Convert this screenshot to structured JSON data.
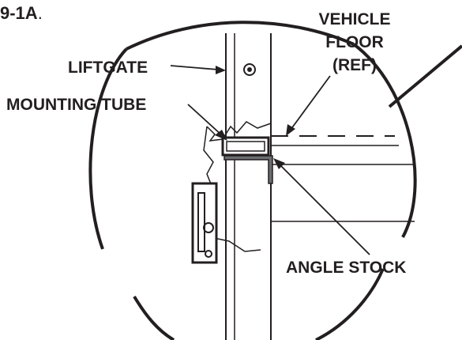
{
  "figure_ref": {
    "id": "9-1A",
    "punct": "."
  },
  "labels": {
    "liftgate": "LIFTGATE",
    "mounting_tube": "MOUNTING TUBE",
    "vehicle_floor": [
      "VEHICLE",
      "FLOOR",
      "(REF)"
    ],
    "angle_stock": "ANGLE STOCK"
  },
  "colors": {
    "ink": "#231f20",
    "background": "#ffffff",
    "fill_tube": "#6d6e71"
  }
}
